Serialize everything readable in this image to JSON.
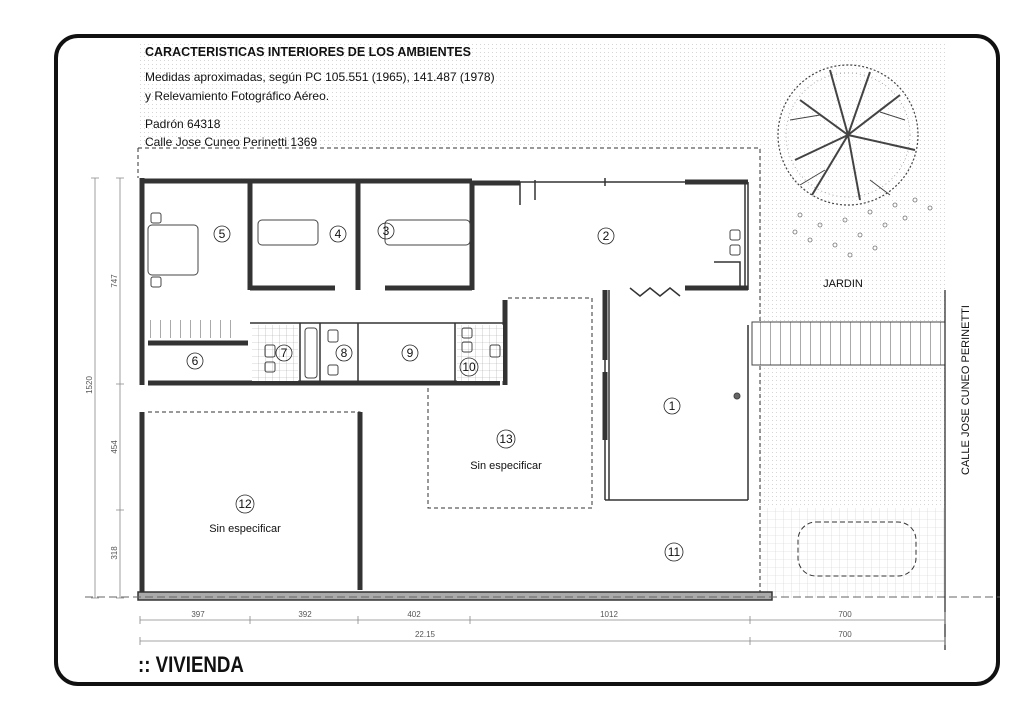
{
  "header": {
    "title": "CARACTERISTICAS INTERIORES DE LOS AMBIENTES",
    "line1": "Medidas aproximadas, según PC 105.551 (1965), 141.487 (1978)",
    "line2": "y Relevamiento Fotográfico Aéreo.",
    "padron": "Padrón 64318",
    "address": "Calle Jose Cuneo Perinetti 1369"
  },
  "rooms": {
    "r1": "1",
    "r2": "2",
    "r3": "3",
    "r4": "4",
    "r5": "5",
    "r6": "6",
    "r7": "7",
    "r8": "8",
    "r9": "9",
    "r10": "10",
    "r11": "11",
    "r12": "12",
    "r13": "13"
  },
  "labels": {
    "unspecified_12": "Sin especificar",
    "unspecified_13": "Sin especificar",
    "garden": "JARDIN",
    "street": "CALLE  JOSE CUNEO PERINETTI"
  },
  "dimensions": {
    "bottom": [
      "397",
      "392",
      "402",
      "1012",
      "700"
    ],
    "total": [
      "22.15",
      "700"
    ],
    "left_total": "1520",
    "left": [
      "747",
      "454",
      "318"
    ]
  },
  "footer": {
    "title": ":: VIVIENDA"
  },
  "colors": {
    "wall": "#333333",
    "frame": "#111111",
    "hatch": "#cccccc"
  }
}
